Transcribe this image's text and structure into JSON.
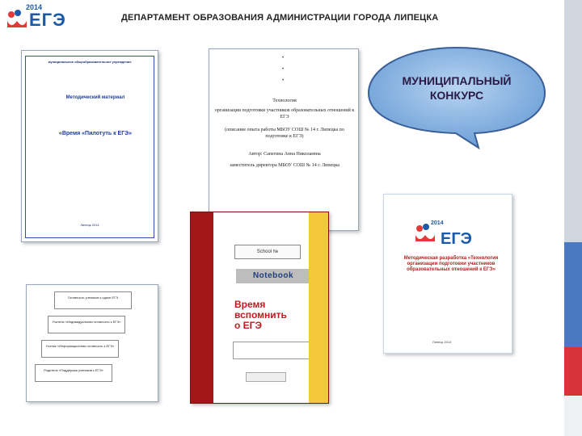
{
  "header": {
    "logo_year": "2014",
    "logo_text": "ЕГЭ",
    "title": "ДЕПАРТАМЕНТ ОБРАЗОВАНИЯ АДМИНИСТРАЦИИ ГОРОДА ЛИПЕЦКА"
  },
  "bubble": {
    "line1": "МУНИЦИПАЛЬНЫЙ",
    "line2": "КОНКУРС"
  },
  "doc1": {
    "top": "муниципальное общеобразовательное учреждение",
    "mid1": "Методический материал",
    "mid2": "«Время «Пилотуть к ЕГЭ»",
    "bottom": "Липецк 2014"
  },
  "doc2": {
    "line1": "Технология",
    "line2": "организации подготовки участников образовательных отношений к ЕГЭ",
    "line3": "(описание опыта работы МБОУ СОШ № 14 г. Липецка по подготовке к ЕГЭ)",
    "line4": "Автор: Сапегина Анна Николаевна",
    "line5": "заместитель директора МБОУ СОШ № 14 г. Липецка"
  },
  "doc3": {
    "school": "School №",
    "notebook": "Notebook",
    "big1": "Время",
    "big2": "вспомнить",
    "big3": "о ЕГЭ"
  },
  "doc4": {
    "year": "2014",
    "ege": "ЕГЭ",
    "red": "Методическая разработка «Технология организации подготовки участников образовательных отношений к ЕГЭ»",
    "foot": "Липецк 2014"
  },
  "doc5": {
    "steps": [
      "Готовность учеников к сдаче ЕГЭ",
      "Учитель «Индивидуальная готовность к ЕГЭ»",
      "Ученик «Информационная готовность к ЕГЭ»",
      "Родитель «Поддержка учеников к ЕГЭ»"
    ]
  },
  "colors": {
    "accent_blue": "#4a79c1",
    "accent_red": "#d8333a",
    "notebook_red": "#a3161a",
    "notebook_yellow": "#f4c83a"
  }
}
